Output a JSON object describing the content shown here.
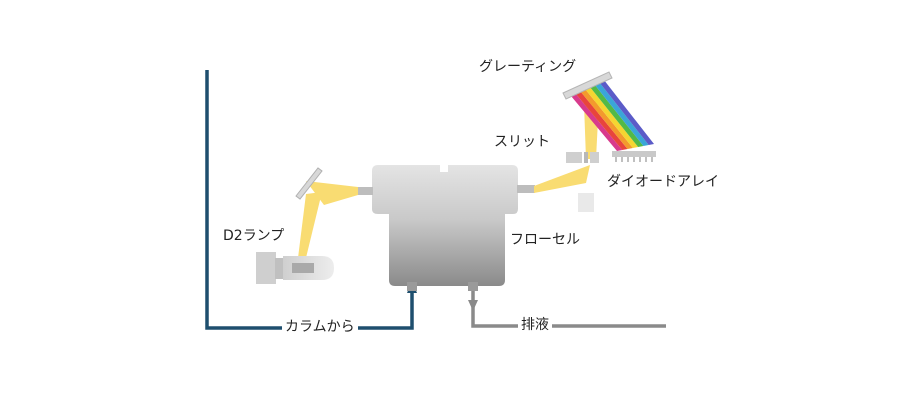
{
  "labels": {
    "grating": "グレーティング",
    "slit": "スリット",
    "diode_array": "ダイオードアレイ",
    "lamp": "D2ランプ",
    "flow_cell": "フローセル",
    "from_column": "カラムから",
    "waste": "排液"
  },
  "colors": {
    "inlet_line": "#1e4f6e",
    "waste_line": "#8a8a8a",
    "light_beam": "#f9dc72",
    "body_top": "#e2e2e2",
    "body_bottom": "#8c8c8c",
    "rainbow": [
      "#d83a8c",
      "#e8453c",
      "#f39a2d",
      "#f5d631",
      "#52b947",
      "#3aa6d8",
      "#5b5bc8"
    ]
  }
}
